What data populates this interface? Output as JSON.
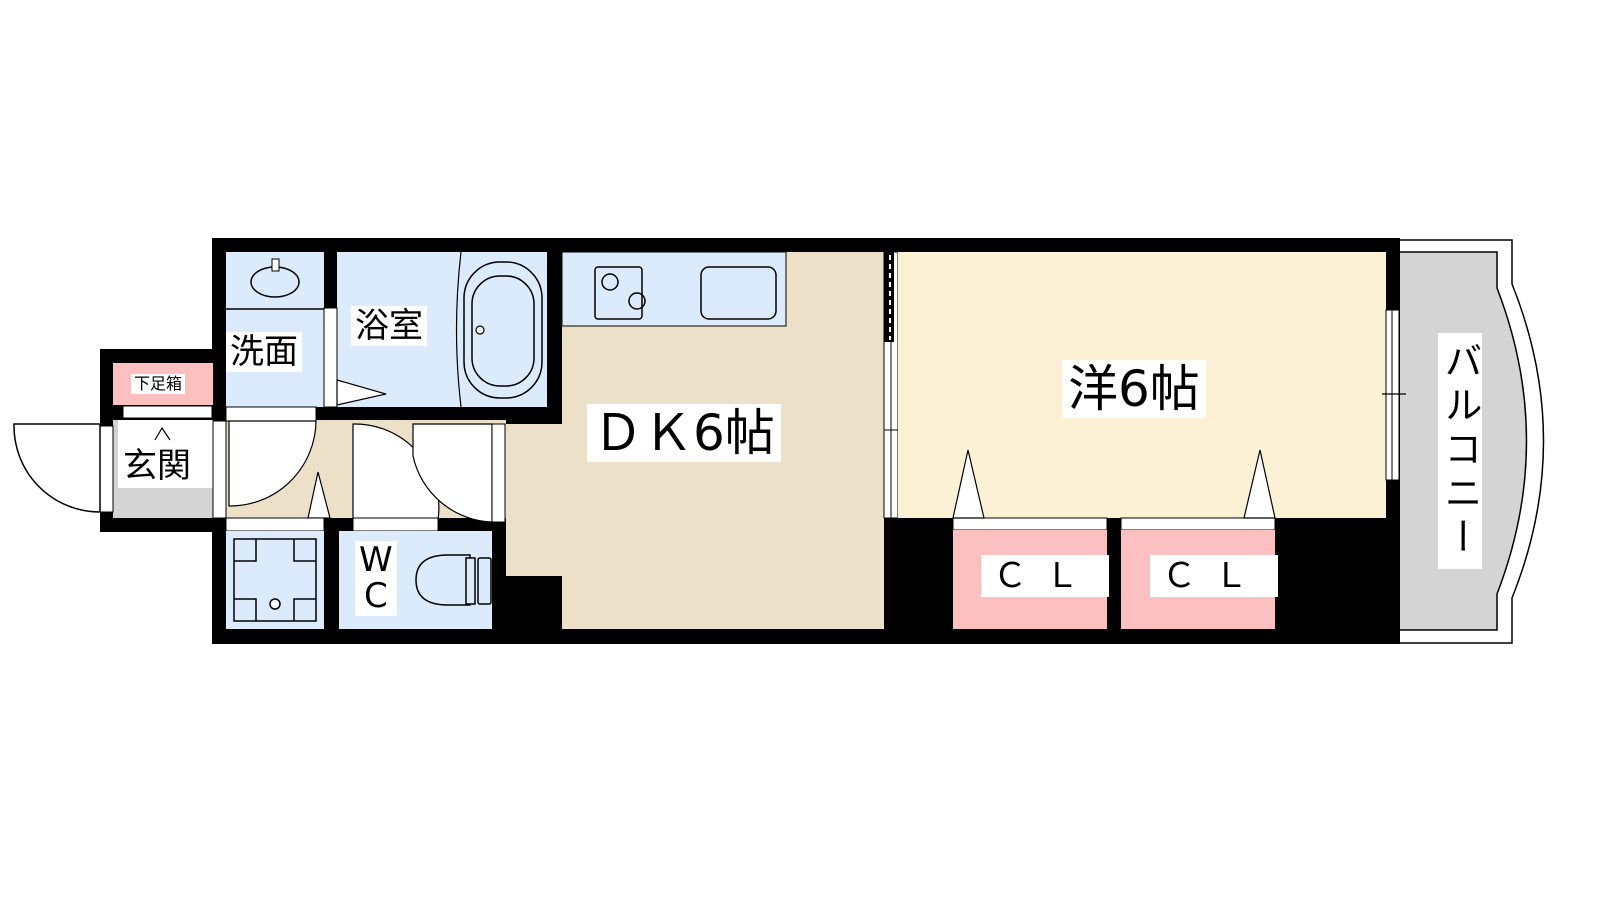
{
  "floorplan": {
    "rooms": {
      "dk": {
        "label": "ＤＫ6帖",
        "type": "dining-kitchen",
        "size_jou": 6
      },
      "western": {
        "label": "洋6帖",
        "type": "western-room",
        "size_jou": 6
      },
      "bath": {
        "label": "浴室"
      },
      "washroom": {
        "label": "洗面"
      },
      "entrance": {
        "label": "玄関"
      },
      "shoe_box": {
        "label": "下足箱"
      },
      "wc": {
        "label_line1": "W",
        "label_line2": "C"
      },
      "closet_1": {
        "label": "ＣＬ"
      },
      "closet_2": {
        "label": "ＣＬ"
      },
      "balcony": {
        "label": "バルコニー"
      }
    },
    "fixtures": [
      "sink",
      "bathtub",
      "two-burner-stove",
      "kitchen-sink",
      "washing-machine-pan",
      "toilet"
    ],
    "colors": {
      "wall": "#000000",
      "dk_floor": "#ede0c8",
      "western_floor": "#fcf1d4",
      "wet_area": "#dcebfb",
      "closet": "#fcc0c0",
      "balcony": "#d4d4d4",
      "entrance_floor": "#d4d4d4",
      "label_bg": "#ffffff"
    }
  }
}
